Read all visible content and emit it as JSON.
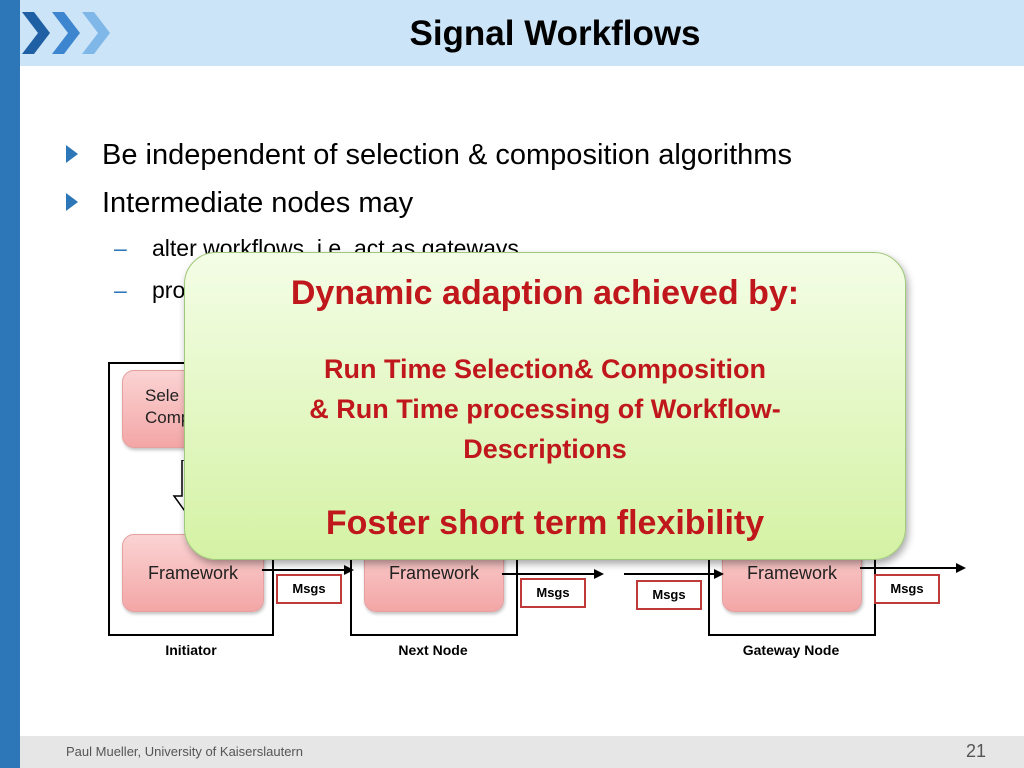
{
  "slide": {
    "title": "Signal Workflows",
    "bullets": [
      {
        "text": "Be independent of selection & composition algorithms"
      },
      {
        "text": "Intermediate nodes may"
      }
    ],
    "sub_bullets": [
      {
        "marker": "–",
        "text": "alter workflows, i.e. act as gateways"
      },
      {
        "marker": "–",
        "text": "pro"
      }
    ]
  },
  "diagram": {
    "initiator": {
      "label": "Initiator",
      "top_box_text_1": "Sele",
      "top_box_text_2": "Comp",
      "framework": "Framework"
    },
    "next_node": {
      "label": "Next Node",
      "framework": "Framework"
    },
    "gateway_node": {
      "label": "Gateway Node",
      "framework": "Framework"
    },
    "msgs_label": "Msgs"
  },
  "callout": {
    "title": "Dynamic adaption achieved by:",
    "body_line_1": "Run Time Selection& Composition",
    "body_line_2": "& Run Time processing of Workflow-",
    "body_line_3": "Descriptions",
    "footer": "Foster short term flexibility"
  },
  "footer": {
    "author": "Paul Mueller, University of Kaiserslautern",
    "page_number": "21"
  },
  "colors": {
    "accent_blue": "#2d77b8",
    "header_band": "#cce4f8",
    "callout_text": "#c0171c",
    "msgs_border": "#c03a3a"
  }
}
